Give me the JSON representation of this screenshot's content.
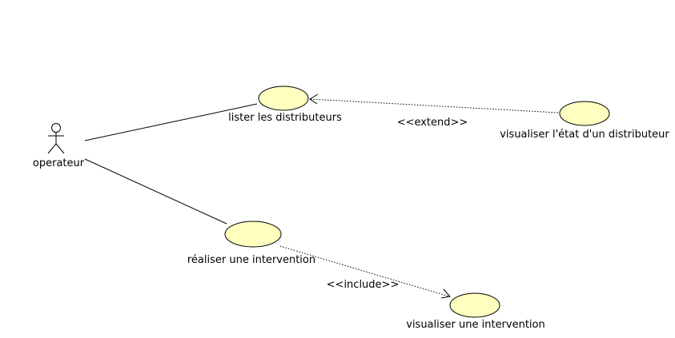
{
  "diagram": {
    "actor": {
      "name": "operateur",
      "icon": "stick-figure-icon"
    },
    "use_cases": {
      "lister": "lister les distributeurs",
      "visualiser_etat": "visualiser l'état d'un distributeur",
      "realiser": "réaliser une intervention",
      "visualiser_intervention": "visualiser une intervention"
    },
    "relations": {
      "extend_label": "<<extend>>",
      "include_label": "<<include>>"
    },
    "colors": {
      "usecase_fill": "#ffffc0",
      "line": "#000000",
      "background": "#ffffff"
    }
  }
}
